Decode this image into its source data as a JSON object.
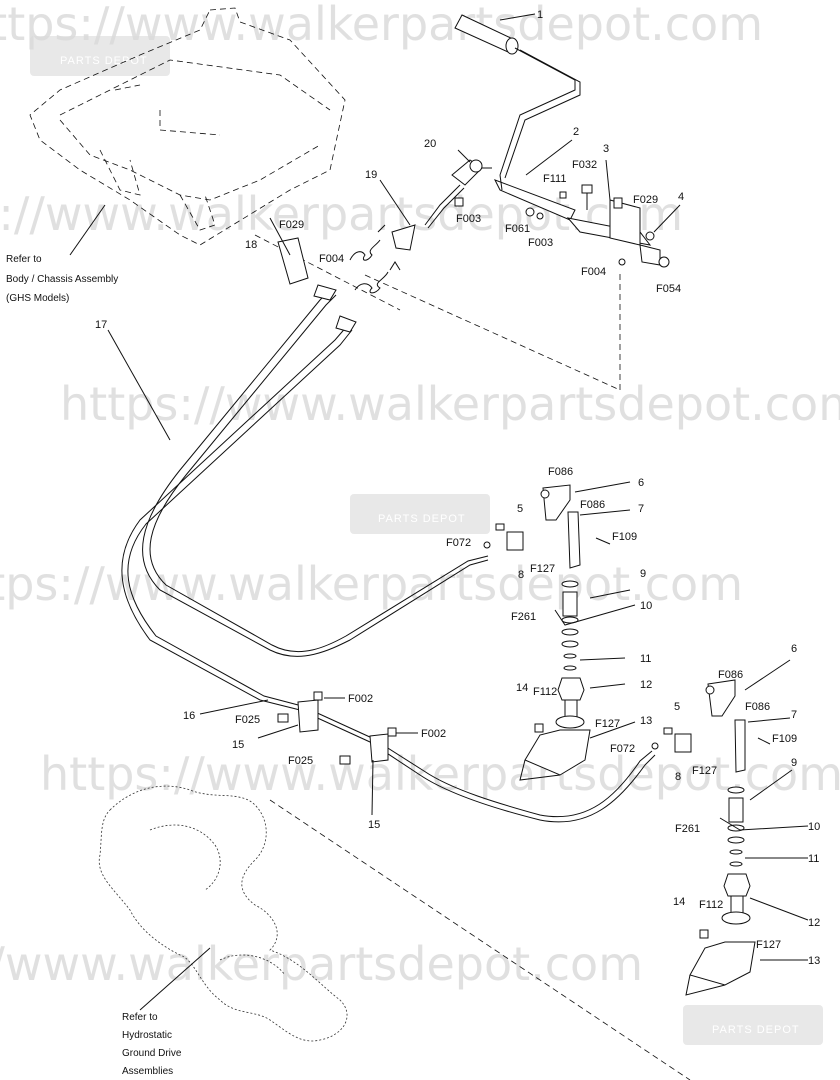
{
  "watermark": {
    "text": "https://www.walkerpartsdepot.com",
    "badge_text": "PARTS DEPOT",
    "color": "#c8c8c8",
    "badge_color": "#d8d8d8"
  },
  "reference_notes": {
    "body_chassis": [
      "Refer to",
      "Body / Chassis Assembly",
      "(GHS Models)"
    ],
    "hydrostatic": [
      "Refer to",
      "Hydrostatic",
      "Ground Drive",
      "Assemblies"
    ]
  },
  "callouts": {
    "c1": "1",
    "c2": "2",
    "c3": "3",
    "c4": "4",
    "c20": "20",
    "c19": "19",
    "c18": "18",
    "c17": "17",
    "f032": "F032",
    "f111": "F111",
    "f029a": "F029",
    "f029b": "F029",
    "f003a": "F003",
    "f003b": "F003",
    "f061": "F061",
    "f004a": "F004",
    "f004b": "F004",
    "f054": "F054",
    "f086a": "F086",
    "f086b": "F086",
    "c6a": "6",
    "c7a": "7",
    "c5a": "5",
    "f109a": "F109",
    "f072a": "F072",
    "c8a": "8",
    "f127a": "F127",
    "c9a": "9",
    "f261a": "F261",
    "c10a": "10",
    "c11a": "11",
    "c12a": "12",
    "c14a": "14",
    "f112a": "F112",
    "f127b": "F127",
    "c13a": "13",
    "c16": "16",
    "f025a": "F025",
    "c15a": "15",
    "f002a": "F002",
    "f002b": "F002",
    "f025b": "F025",
    "c15b": "15",
    "f086c": "F086",
    "f086d": "F086",
    "c6b": "6",
    "c7b": "7",
    "c5b": "5",
    "f109b": "F109",
    "f072b": "F072",
    "c8b": "8",
    "f127c": "F127",
    "c9b": "9",
    "f261b": "F261",
    "c10b": "10",
    "c11b": "11",
    "c12b": "12",
    "c14b": "14",
    "f112b": "F112",
    "f127d": "F127",
    "c13b": "13"
  }
}
